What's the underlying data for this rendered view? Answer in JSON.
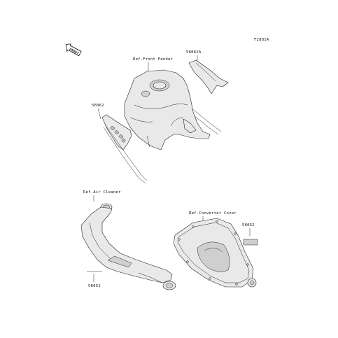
{
  "diagram": {
    "code": "F2881A",
    "front_label": "FRONT",
    "callouts": {
      "front_fender": "Ref.Front Fender",
      "part_56062A": "56062A",
      "part_56062": "56062",
      "air_cleaner": "Ref.Air Cleaner",
      "converter_cover": "Ref.Converter Cover",
      "part_56052": "56052",
      "part_56051": "56051"
    }
  }
}
